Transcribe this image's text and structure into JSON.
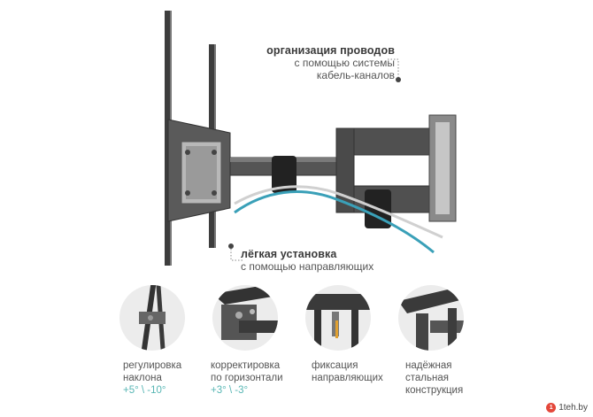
{
  "callouts": {
    "cables": {
      "title": "организация проводов",
      "line1": "с помощью системы",
      "line2": "кабель-каналов"
    },
    "install": {
      "title": "лёгкая установка",
      "line1": "с помощью направляющих"
    }
  },
  "features": [
    {
      "line1": "регулировка",
      "line2": "наклона",
      "accent": "+5° \\ -10°",
      "icon": "tilt-adjustment-icon"
    },
    {
      "line1": "корректировка",
      "line2": "по горизонтали",
      "accent": "+3° \\ -3°",
      "icon": "horizontal-correction-icon"
    },
    {
      "line1": "фиксация",
      "line2": "направляющих",
      "accent": "",
      "icon": "rail-lock-icon"
    },
    {
      "line1": "надёжная",
      "line2": "стальная",
      "line3": "конструкция",
      "icon": "steel-construction-icon"
    }
  ],
  "colors": {
    "accent": "#57b6b4",
    "cable_blue": "#3aa0b8",
    "metal": "#4a4a4a"
  },
  "watermark": {
    "brand": "1teh.by",
    "badge": "1"
  }
}
